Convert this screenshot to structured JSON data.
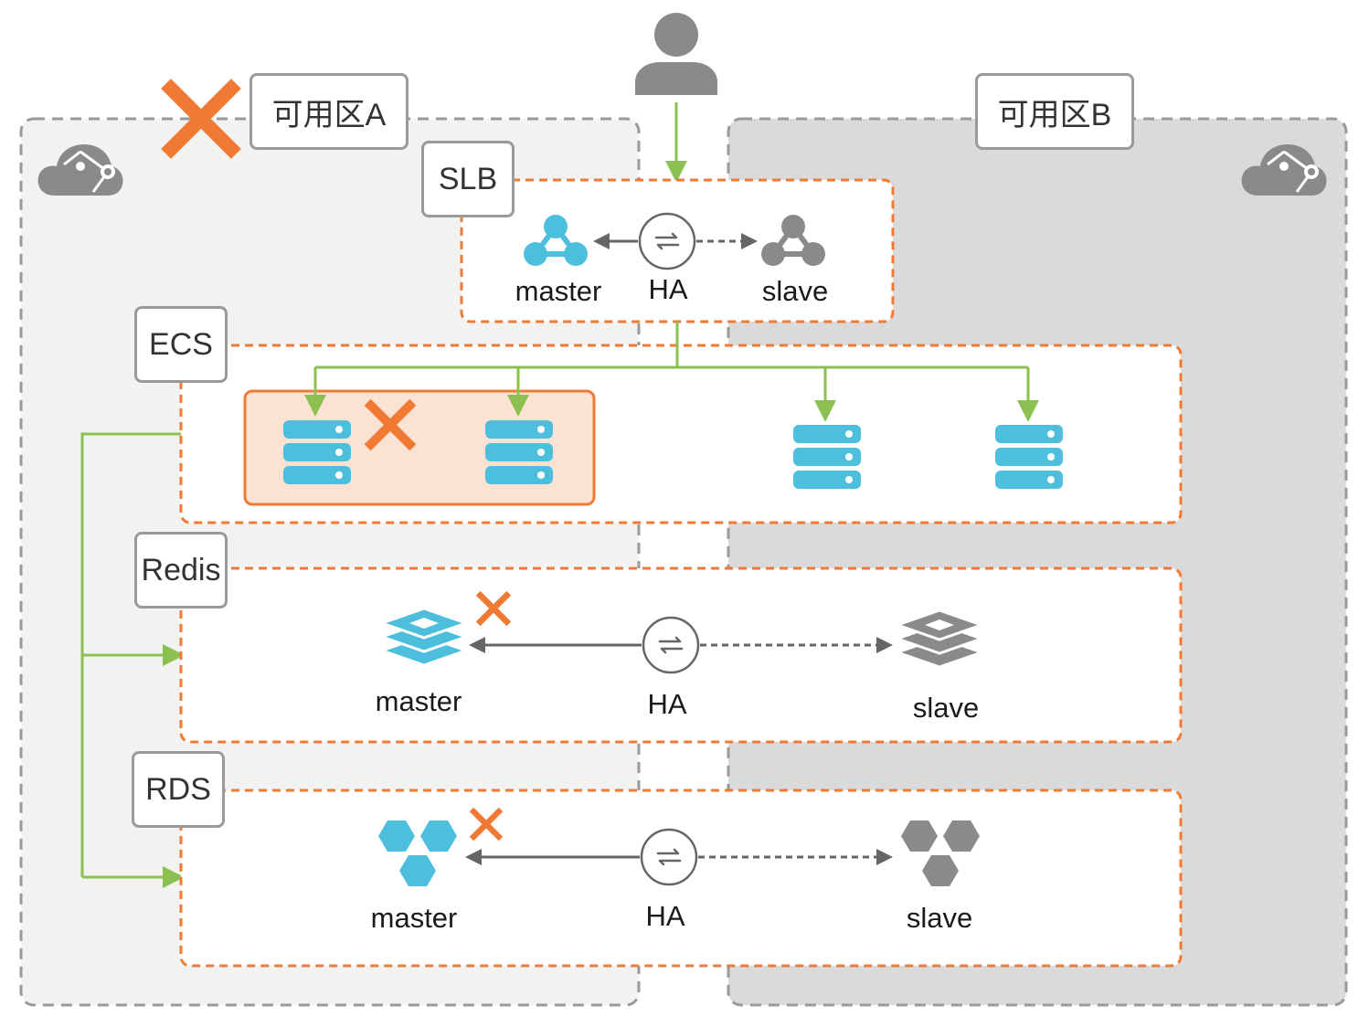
{
  "zones": {
    "a": {
      "label": "可用区A"
    },
    "b": {
      "label": "可用区B"
    }
  },
  "layers": {
    "slb": {
      "tag": "SLB",
      "master": "master",
      "ha": "HA",
      "slave": "slave"
    },
    "ecs": {
      "tag": "ECS"
    },
    "redis": {
      "tag": "Redis",
      "master": "master",
      "ha": "HA",
      "slave": "slave"
    },
    "rds": {
      "tag": "RDS",
      "master": "master",
      "ha": "HA",
      "slave": "slave"
    }
  },
  "colors": {
    "accent_orange": "#f07a34",
    "flow_green": "#8cc152",
    "service_blue": "#4dbfdd",
    "slave_gray": "#8a8a8a",
    "zone_a_bg": "#f2f3f1",
    "zone_b_bg": "#dadada"
  },
  "icons": {
    "user": "user-icon",
    "cloud": "cloud-network-icon",
    "failure": "cross-icon",
    "switch": "ha-switch-icon",
    "server": "server-stack-icon",
    "redis": "redis-icon",
    "rds": "rds-hexagon-icon",
    "slb": "slb-triangle-icon"
  }
}
